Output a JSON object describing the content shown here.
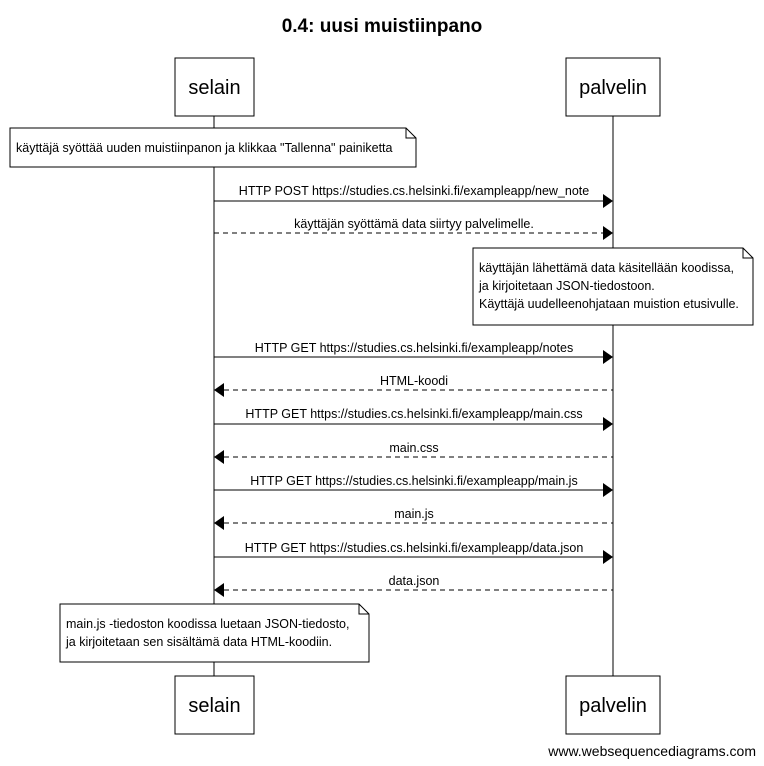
{
  "title": "0.4: uusi muistiinpano",
  "actors": {
    "left": "selain",
    "right": "palvelin"
  },
  "notes": {
    "note1": [
      "käyttäjä syöttää uuden muistiinpanon ja klikkaa \"Tallenna\" painiketta"
    ],
    "note2": [
      "käyttäjän lähettämä data käsitellään koodissa,",
      "ja kirjoitetaan JSON-tiedostoon.",
      "Käyttäjä uudelleenohjataan muistion etusivulle."
    ],
    "note3": [
      "main.js -tiedoston koodissa luetaan JSON-tiedosto,",
      "ja kirjoitetaan sen sisältämä data HTML-koodiin."
    ]
  },
  "messages": [
    {
      "label": "HTTP POST https://studies.cs.helsinki.fi/exampleapp/new_note",
      "direction": "to-server",
      "style": "solid"
    },
    {
      "label": "käyttäjän syöttämä data siirtyy palvelimelle.",
      "direction": "to-server",
      "style": "dashed"
    },
    {
      "label": "HTTP GET https://studies.cs.helsinki.fi/exampleapp/notes",
      "direction": "to-server",
      "style": "solid"
    },
    {
      "label": "HTML-koodi",
      "direction": "to-client",
      "style": "dashed"
    },
    {
      "label": "HTTP GET https://studies.cs.helsinki.fi/exampleapp/main.css",
      "direction": "to-server",
      "style": "solid"
    },
    {
      "label": "main.css",
      "direction": "to-client",
      "style": "dashed"
    },
    {
      "label": "HTTP GET https://studies.cs.helsinki.fi/exampleapp/main.js",
      "direction": "to-server",
      "style": "solid"
    },
    {
      "label": "main.js",
      "direction": "to-client",
      "style": "dashed"
    },
    {
      "label": "HTTP GET https://studies.cs.helsinki.fi/exampleapp/data.json",
      "direction": "to-server",
      "style": "solid"
    },
    {
      "label": "data.json",
      "direction": "to-client",
      "style": "dashed"
    }
  ],
  "footer": "www.websequencediagrams.com"
}
